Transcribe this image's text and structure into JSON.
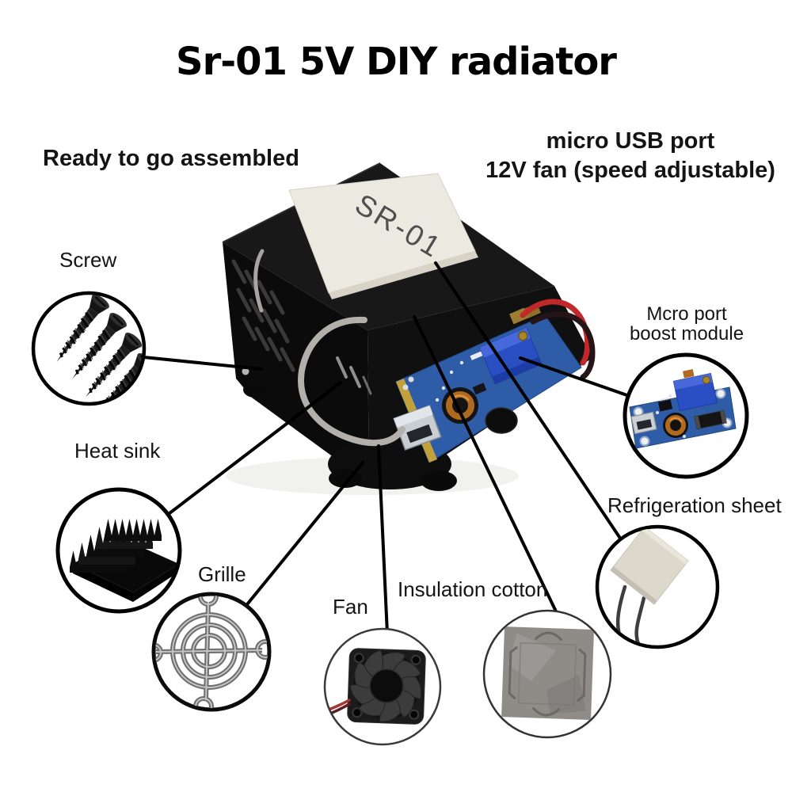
{
  "title": "Sr-01 5V DIY radiator",
  "hero": {
    "caption_left": "Ready to go assembled",
    "caption_right_line1": "micro USB port",
    "caption_right_line2": "12V fan (speed adjustable)",
    "device_top_label": "SR-01"
  },
  "callouts": {
    "screw": {
      "label": "Screw"
    },
    "heatsink": {
      "label": "Heat sink"
    },
    "grille": {
      "label": "Grille"
    },
    "fan": {
      "label": "Fan"
    },
    "insulation": {
      "label": "Insulation cotton"
    },
    "refrigeration": {
      "label": "Refrigeration sheet"
    },
    "boost": {
      "label_line1": "Mcro port",
      "label_line2": "boost module"
    }
  },
  "colors": {
    "background": "#ffffff",
    "text": "#141414",
    "callout_line": "#000000",
    "pcb_blue": "#2e5ca6",
    "trimmer_blue": "#2a4fc4",
    "copper": "#b06a20",
    "wire_red": "#c0282a",
    "ceramic": "#dcd8cc",
    "plate_white": "#ece9e0"
  }
}
